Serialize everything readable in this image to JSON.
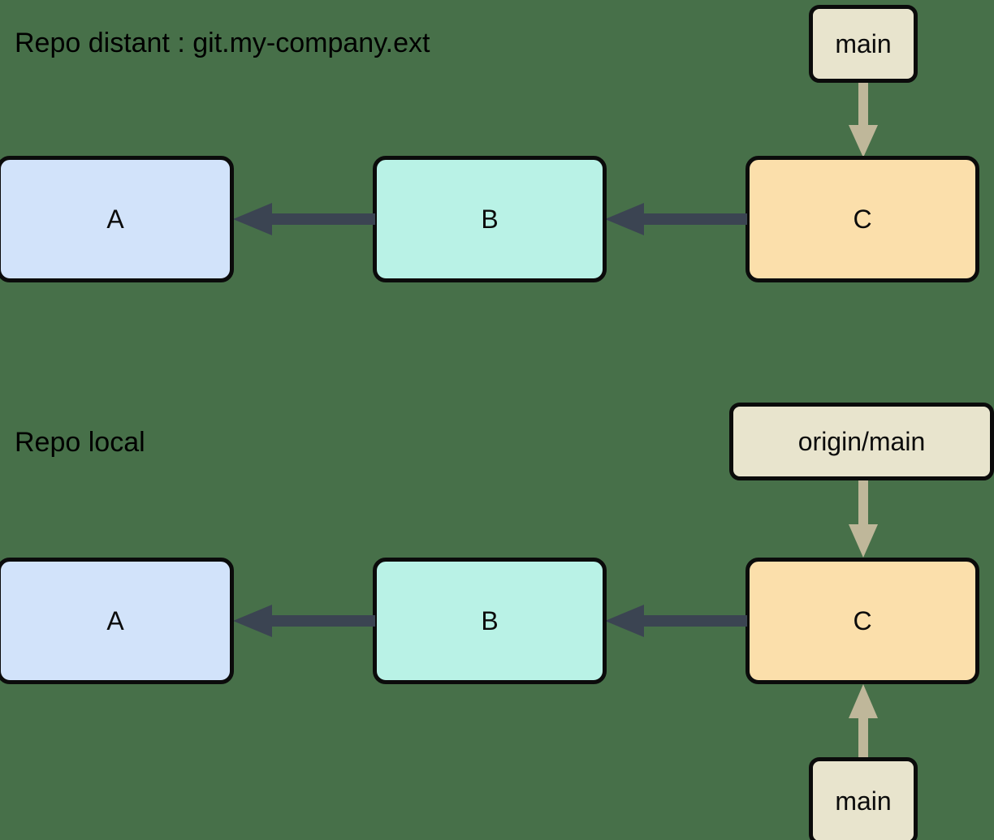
{
  "colors": {
    "background": "#477049",
    "commit_a_fill": "#d2e3fa",
    "commit_b_fill": "#b9f2e6",
    "commit_c_fill": "#fbdfab",
    "ref_fill": "#e8e4cd",
    "node_border": "#0b0b0b",
    "parent_arrow": "#3b4452",
    "ref_arrow": "#bfb79a",
    "text": "#000000"
  },
  "diagram": {
    "type": "git-branch-diagram",
    "sections": [
      {
        "id": "remote",
        "title": "Repo distant : git.my-company.ext",
        "commits": [
          {
            "id": "a",
            "label": "A"
          },
          {
            "id": "b",
            "label": "B"
          },
          {
            "id": "c",
            "label": "C"
          }
        ],
        "refs": [
          {
            "id": "main",
            "label": "main",
            "points_to": "c",
            "position": "above"
          }
        ],
        "parent_edges": [
          {
            "from": "b",
            "to": "a"
          },
          {
            "from": "c",
            "to": "b"
          }
        ]
      },
      {
        "id": "local",
        "title": "Repo local",
        "commits": [
          {
            "id": "a",
            "label": "A"
          },
          {
            "id": "b",
            "label": "B"
          },
          {
            "id": "c",
            "label": "C"
          }
        ],
        "refs": [
          {
            "id": "origin-main",
            "label": "origin/main",
            "points_to": "c",
            "position": "above"
          },
          {
            "id": "main",
            "label": "main",
            "points_to": "c",
            "position": "below"
          }
        ],
        "parent_edges": [
          {
            "from": "b",
            "to": "a"
          },
          {
            "from": "c",
            "to": "b"
          }
        ]
      }
    ]
  }
}
